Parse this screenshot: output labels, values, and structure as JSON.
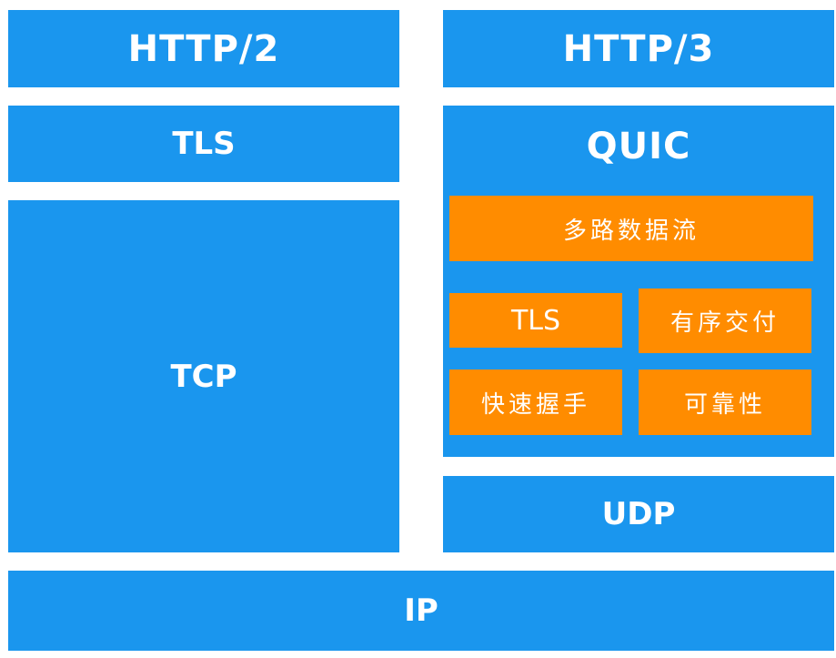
{
  "left_stack": {
    "http2": "HTTP/2",
    "tls": "TLS",
    "tcp": "TCP"
  },
  "right_stack": {
    "http3": "HTTP/3",
    "quic": {
      "title": "QUIC",
      "multiplex": "多路数据流",
      "tls": "TLS",
      "ordered_delivery": "有序交付",
      "fast_handshake": "快速握手",
      "reliability": "可靠性"
    },
    "udp": "UDP"
  },
  "bottom": {
    "ip": "IP"
  },
  "colors": {
    "blue": "#1a96ee",
    "orange": "#ff8c00",
    "text": "#ffffff",
    "background": "#ffffff"
  }
}
